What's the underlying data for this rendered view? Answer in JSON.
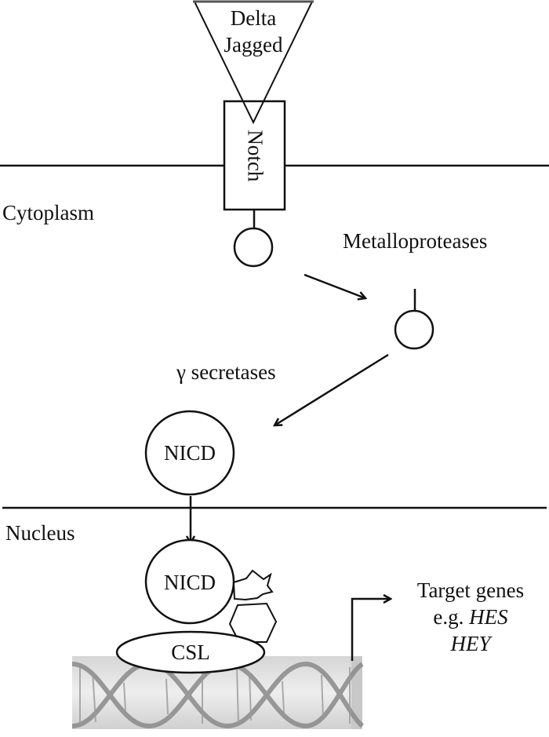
{
  "diagram": {
    "title": "Notch signaling pathway",
    "regions": {
      "cytoplasm": "Cytoplasm",
      "nucleus": "Nucleus"
    },
    "ligand": {
      "line1": "Delta",
      "line2": "Jagged"
    },
    "receptor": "Notch",
    "enzymes": {
      "metalloproteases": "Metalloproteases",
      "gamma_secretases": "γ secretases"
    },
    "nicd_cytoplasm": "NICD",
    "nicd_nucleus": "NICD",
    "csl": "CSL",
    "target": {
      "line1": "Target genes",
      "line2_prefix": "e.g. ",
      "gene1": "HES",
      "gene2": "HEY"
    },
    "colors": {
      "stroke": "#111111",
      "dna_background": "#dcdcdc",
      "dna_strand": "#8a8a8a"
    }
  }
}
